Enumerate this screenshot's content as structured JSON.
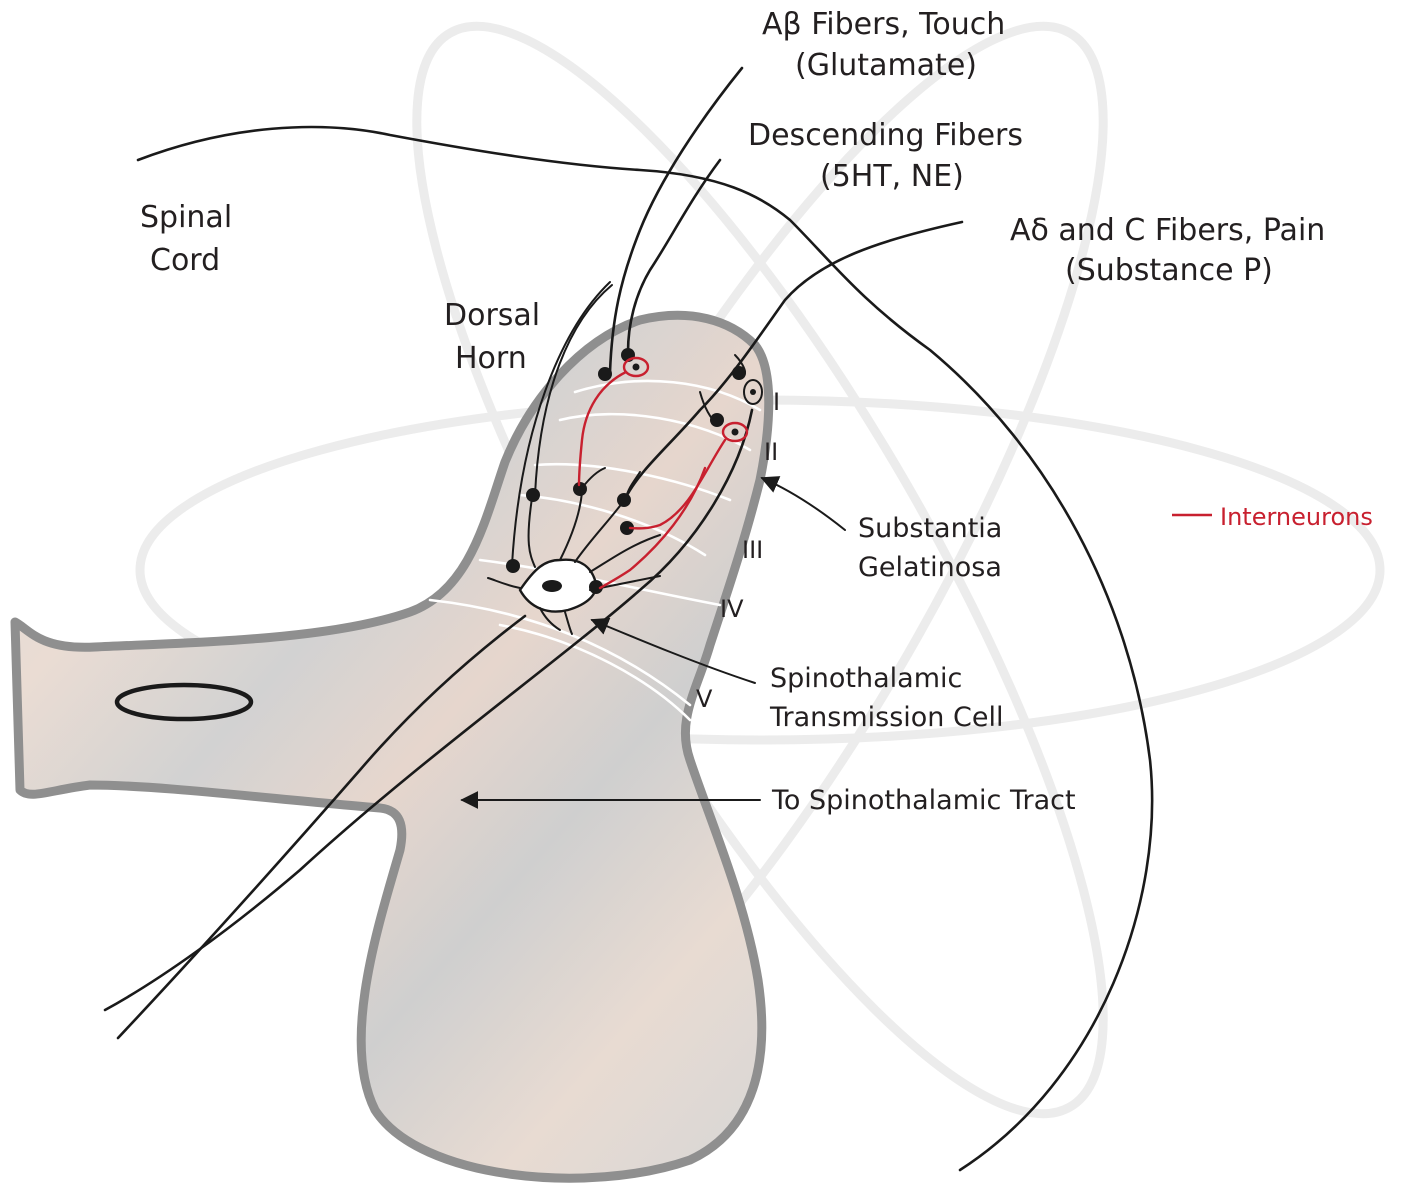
{
  "labels": {
    "ab_fibers": "Aβ Fibers, Touch",
    "ab_transmitter": "(Glutamate)",
    "descending_fibers": "Descending Fibers",
    "descending_transmitter": "(5HT, NE)",
    "ad_c_fibers": "Aδ and C Fibers, Pain",
    "ad_c_transmitter": "(Substance P)",
    "spinal_cord_1": "Spinal",
    "spinal_cord_2": "Cord",
    "dorsal_horn_1": "Dorsal",
    "dorsal_horn_2": "Horn",
    "substantia_1": "Substantia",
    "substantia_2": "Gelatinosa",
    "stc_1": "Spinothalamic",
    "stc_2": "Transmission Cell",
    "tract": "To Spinothalamic Tract",
    "legend_interneurons": "Interneurons"
  },
  "laminae": [
    "I",
    "II",
    "III",
    "IV",
    "V"
  ],
  "colors": {
    "interneuron": "#c8202f",
    "gray_matter_outline": "#8f8f8f",
    "ink": "#1a1a1a"
  }
}
